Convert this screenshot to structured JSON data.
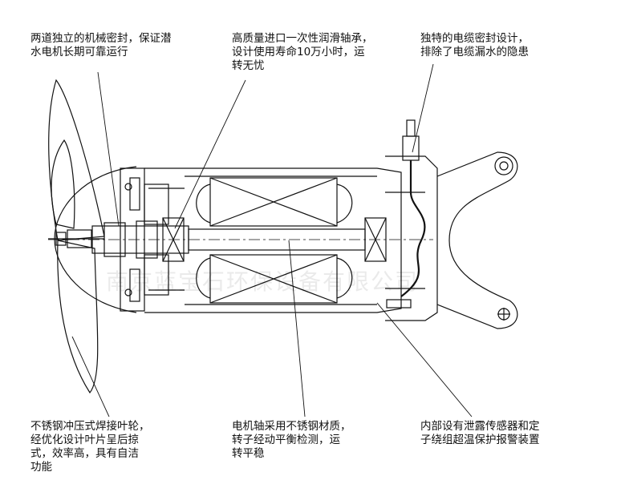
{
  "callouts": {
    "mechanical_seal": [
      "两道独立的机械密封，保证潜",
      "水电机长期可靠运行"
    ],
    "bearing": [
      "高质量进口一次性润滑轴承，",
      "设计使用寿命10万小时，运",
      "转无忧"
    ],
    "cable_seal": [
      "独特的电缆密封设计，",
      "排除了电缆漏水的隐患"
    ],
    "impeller": [
      "不锈钢冲压式焊接叶轮，",
      "经优化设计叶片呈后掠",
      "式，效率高，具有自洁",
      "功能"
    ],
    "shaft": [
      "电机轴采用不锈钢材质，",
      "转子经动平衡检测，运",
      "转平稳"
    ],
    "sensor": [
      "内部设有泄露传感器和定",
      "子绕组超温保护报警装置"
    ]
  },
  "watermark": "南京蓝宝石环保设备有限公司",
  "colors": {
    "line": "#111111",
    "background": "#ffffff"
  }
}
